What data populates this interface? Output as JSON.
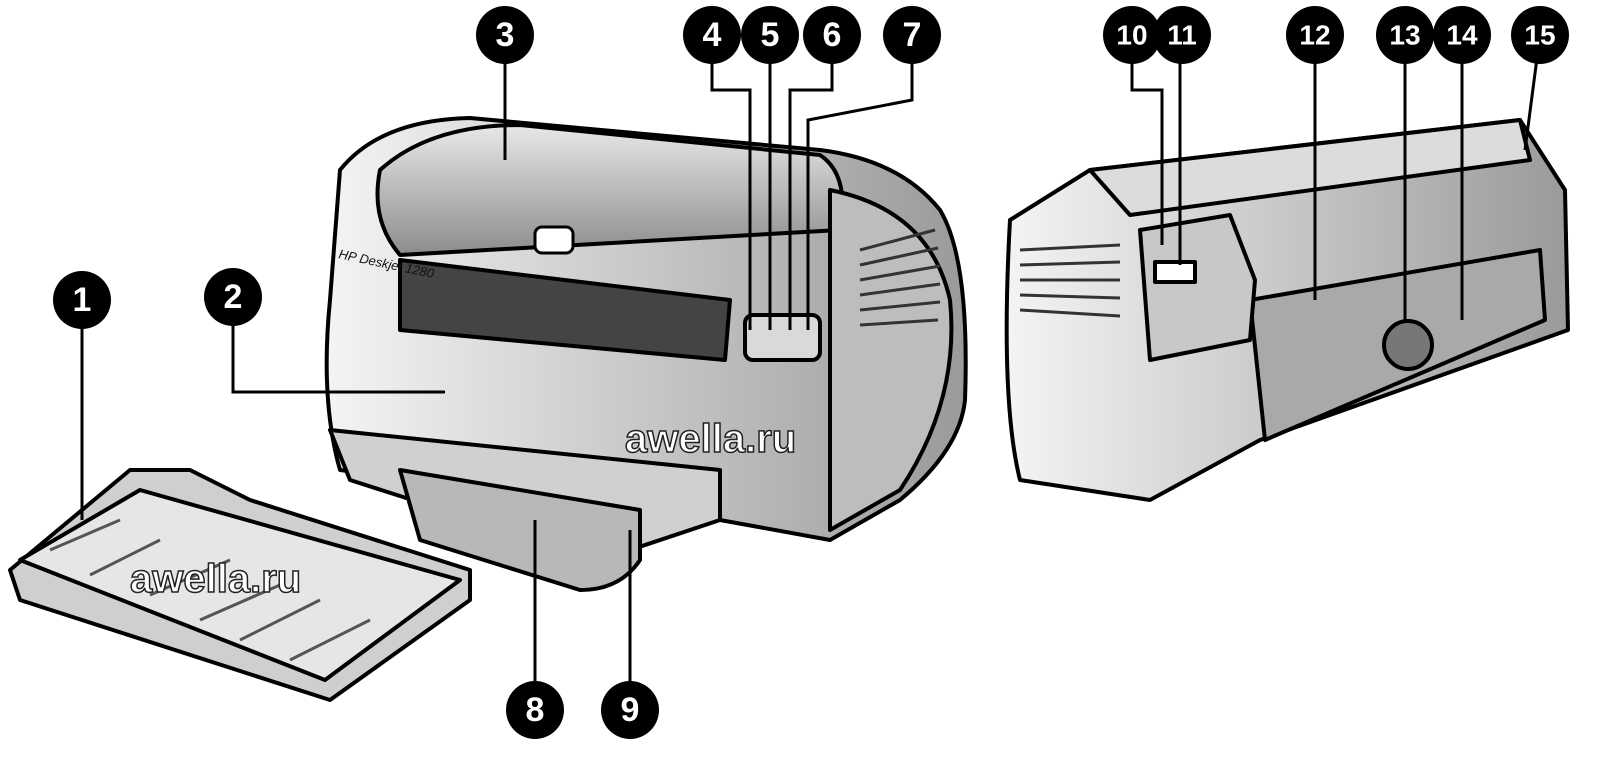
{
  "figure": {
    "model_label": "HP Deskjet 1280",
    "watermarks": [
      "awella.ru",
      "awella.ru"
    ],
    "callouts": [
      "1",
      "2",
      "3",
      "4",
      "5",
      "6",
      "7",
      "8",
      "9",
      "10",
      "11",
      "12",
      "13",
      "14",
      "15"
    ]
  }
}
